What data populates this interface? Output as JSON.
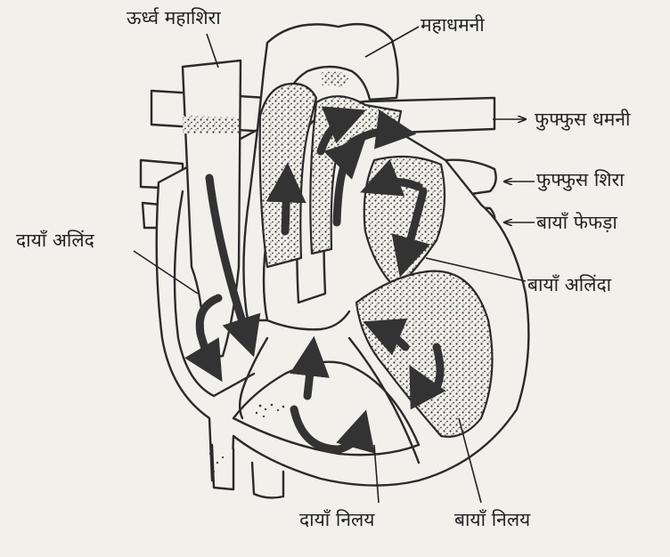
{
  "labels": {
    "superior_vena_cava": "ऊर्ध्व महाशिरा",
    "aorta": "महाधमनी",
    "pulmonary_artery": "फुफ्फुस धमनी",
    "pulmonary_vein": "फुफ्फुस शिरा",
    "left_lung": "बायाँ फेफड़ा",
    "right_atrium": "दायाँ अलिंद",
    "left_atrium": "बायाँ अलिंदा",
    "right_ventricle": "दायाँ निलय",
    "left_ventricle": "बायाँ निलय"
  },
  "colors": {
    "background": "#f1f0ea",
    "outline": "#2a2a2a",
    "stipple": "#3a3a3a",
    "arrow": "#333333"
  }
}
